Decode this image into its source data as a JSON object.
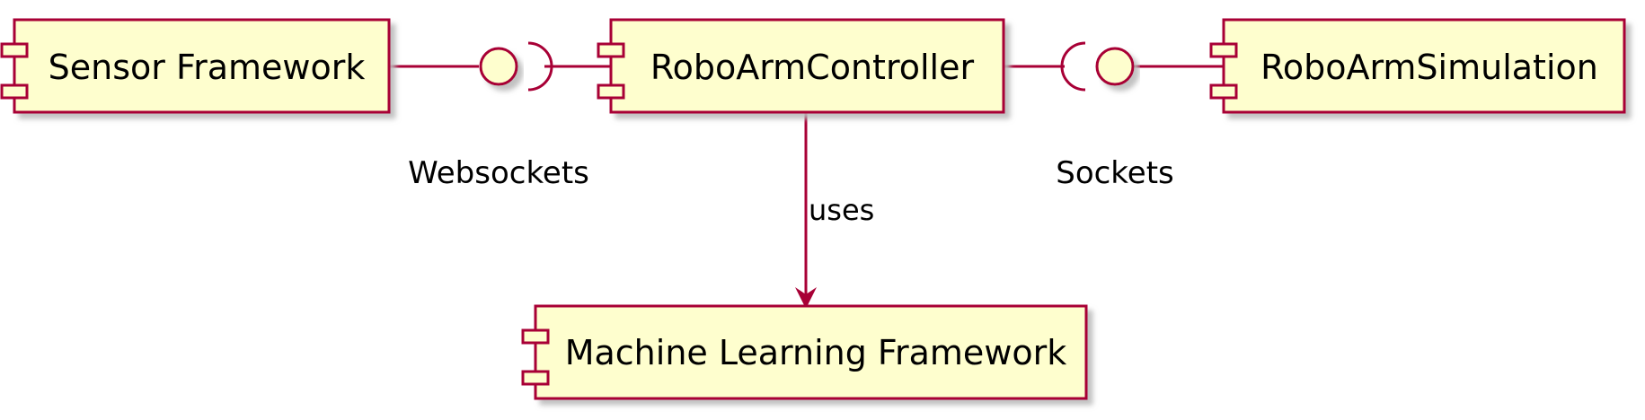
{
  "colors": {
    "component_fill": "#FEFECE",
    "stroke": "#A80036",
    "text": "#000000",
    "shadow": "#BBBBBB"
  },
  "components": {
    "sensor": "Sensor Framework",
    "controller": "RoboArmController",
    "simulation": "RoboArmSimulation",
    "ml": "Machine Learning Framework"
  },
  "interfaces": {
    "websockets": "Websockets",
    "sockets": "Sockets"
  },
  "edges": {
    "uses": "uses"
  }
}
